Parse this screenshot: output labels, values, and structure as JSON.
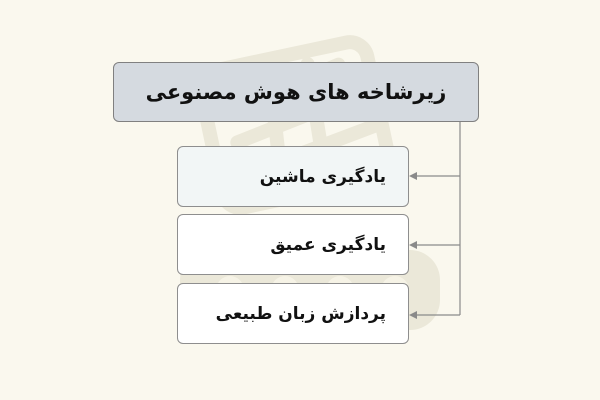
{
  "diagram": {
    "root": {
      "label": "زیرشاخه های هوش مصنوعی"
    },
    "children": [
      {
        "label": "یادگیری ماشین"
      },
      {
        "label": "یادگیری عمیق"
      },
      {
        "label": "پردازش زبان طبیعی"
      }
    ]
  },
  "colors": {
    "background": "#faf8ee",
    "root_fill": "#d5dae0",
    "child_fill": "#ffffff",
    "child_fill_first": "#f2f6f6",
    "border": "#8e8e8e",
    "connector": "#8a8a8a",
    "watermark": "#eceadc"
  },
  "watermark": {
    "type": "logo"
  }
}
